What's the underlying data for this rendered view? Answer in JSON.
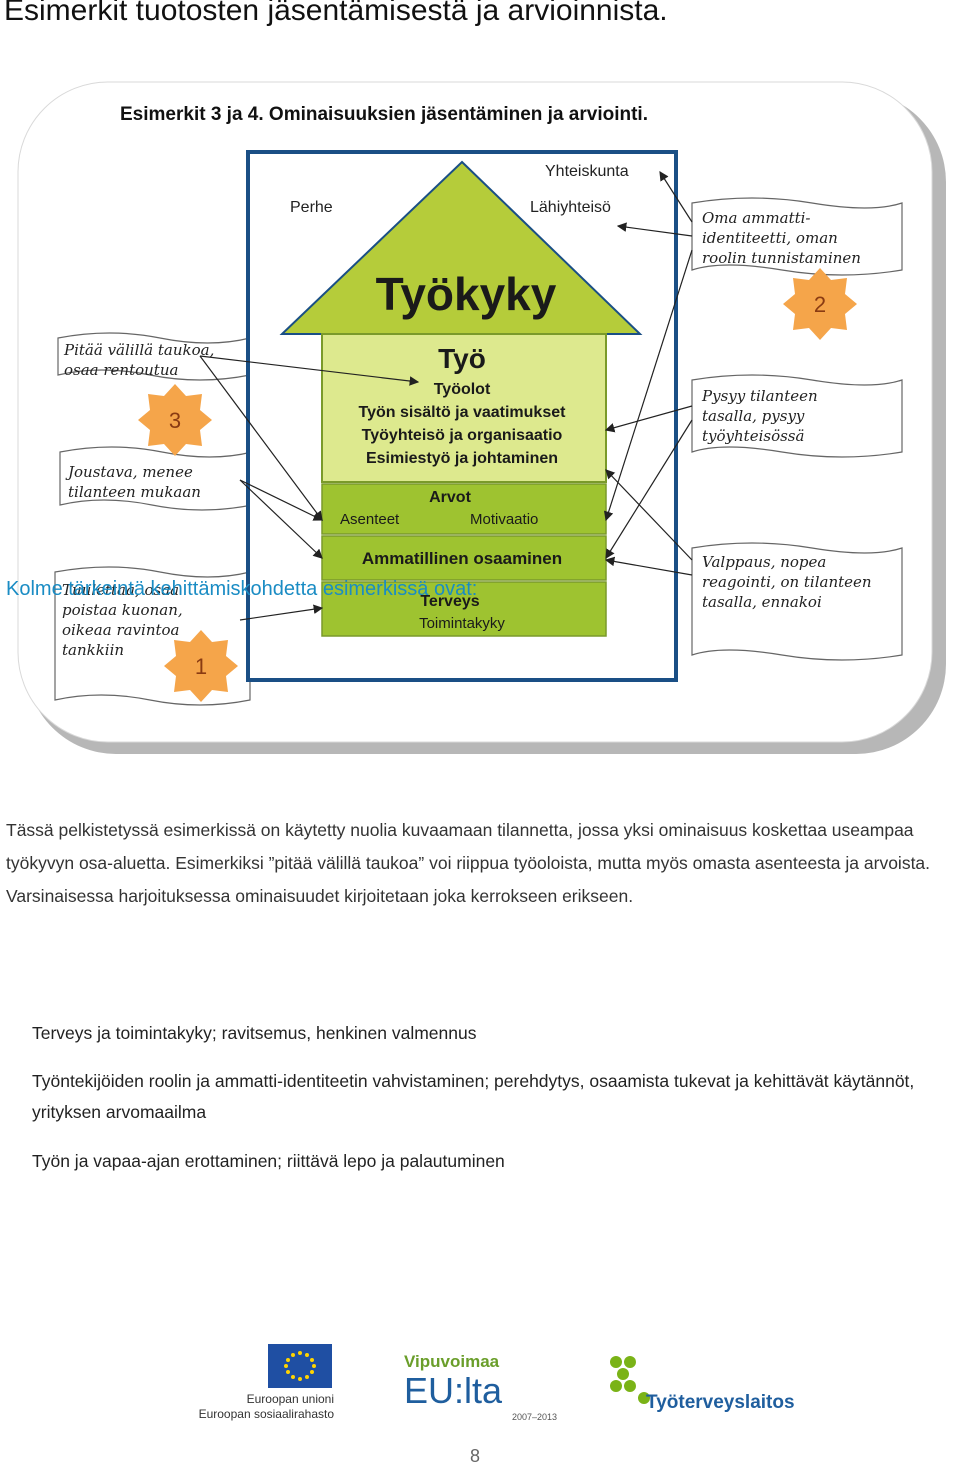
{
  "page_title": "Esimerkit tuotosten jäsentämisestä ja arvioinnista.",
  "figure": {
    "title": "Esimerkit 3 ja 4. Ominaisuuksien jäsentäminen ja arviointi.",
    "roof": {
      "society": "Yhteiskunta",
      "family": "Perhe",
      "community": "Lähiyhteisö",
      "main": "Työkyky"
    },
    "work_box": {
      "title": "Työ",
      "lines": [
        "Työolot",
        "Työn sisältö ja vaatimukset",
        "Työyhteisö ja organisaatio",
        "Esimiestyö ja johtaminen"
      ]
    },
    "values_box": {
      "title": "Arvot",
      "left": "Asenteet",
      "right": "Motivaatio"
    },
    "competence_box": {
      "title": "Ammatillinen osaaminen"
    },
    "health_box": {
      "title": "Terveys",
      "subtitle": "Toimintakyky"
    },
    "notes_left": [
      "Pitää välillä taukoa, osaa rentoutua",
      "Joustava, menee tilanteen mukaan",
      "Tuulettaa, osaa poistaa kuonan, oikeaa ravintoa tankkiin"
    ],
    "notes_right": [
      "Oma ammatti-identiteetti, oman roolin tunnistaminen",
      "Pysyy tilanteen tasalla, pysyy työyhteisössä",
      "Valppaus, nopea reagointi, on tilanteen tasalla, ennakoi"
    ],
    "badges": [
      "3",
      "2",
      "1"
    ],
    "colors": {
      "roof": "#b5cc3a",
      "work": "#dde98e",
      "bands": "#9ec330",
      "badge": "#f5a54a",
      "badge_number": "#8a3b12",
      "frame_border": "#1a4f85"
    }
  },
  "paragraph": "Tässä pelkistetyssä esimerkissä on käytetty nuolia kuvaamaan tilannetta, jossa yksi ominaisuus koskettaa useampaa työkyvyn osa-aluetta. Esimerkiksi ”pitää välillä taukoa” voi riippua työoloista, mutta myös omasta asenteesta ja arvoista. Varsinaisessa harjoituksessa ominaisuudet kirjoitetaan joka kerrokseen erikseen.",
  "heading": "Kolme tärkeintä kehittämiskohdetta esimerkissä ovat:",
  "items": [
    "Terveys ja toimintakyky; ravitsemus, henkinen valmennus",
    "Työntekijöiden roolin ja ammatti-identiteetin vahvistaminen; perehdytys, osaamista tukevat ja kehittävät käytännöt, yrityksen arvomaailma",
    "Työn ja vapaa-ajan erottaminen; riittävä lepo ja palautuminen"
  ],
  "logos": {
    "eu_lines": [
      "Euroopan unioni",
      "Euroopan sosiaalirahasto"
    ],
    "vipu_top": "Vipuvoimaa",
    "vipu_main": "EU:lta",
    "vipu_years": "2007–2013",
    "ttl": "Työterveyslaitos"
  },
  "page_number": "8"
}
